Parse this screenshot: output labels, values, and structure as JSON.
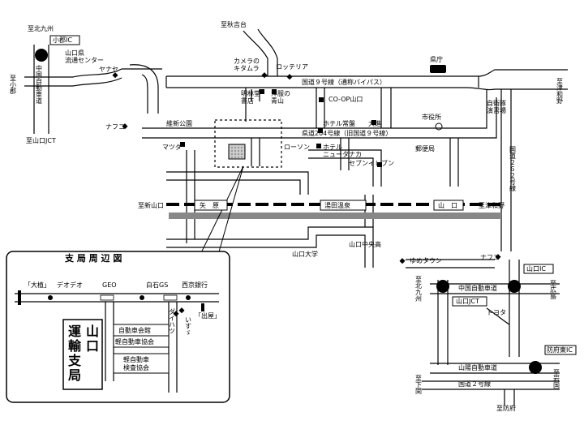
{
  "labels": {
    "kita_kyushu": "至北九州",
    "ogori_ic": "小郡IC",
    "yamaguchi_ryutsu": "山口県\n流通センター",
    "yanase": "ヤナセ",
    "chugoku_exp_left": "中国自動車道",
    "to_ogori": "至小郡",
    "yamaguchi_jct_left": "至山口JCT",
    "to_akiyoshidai": "至秋吉台",
    "kamera": "カメラの\nキタムラ",
    "lotteria": "ロッテリア",
    "kencho": "県庁",
    "to_tsuwano_top": "至津和野",
    "kokudo9": "国道９号線（通称バイパス）",
    "meirin": "明林堂\n書店",
    "yofuku": "洋服の\n青山",
    "coop": "CO-OP山口",
    "jieitai": "自衛隊\n演習場",
    "nafco_left": "ナフコ",
    "ishin_koen": "維新公園",
    "hotel_joban": "ホテル常盤",
    "daitatsu": "大進",
    "shiyakusho": "市役所",
    "kendo204": "県道204号線（旧国道９号線）",
    "mazda": "マツダ",
    "lawson": "ローソン",
    "hotel_new_tanaka": "ホテル\nニュータナカ",
    "yubinkyoku": "郵便局",
    "seven": "セブンイレブン",
    "kokudo262": "国道２６２号線",
    "to_shinyamaguchi": "至新山口",
    "yabara": "矢　原",
    "yudaonsen": "湯田温泉",
    "yamaguchi_st": "山　口",
    "to_tsuwano_rail": "至津和野",
    "yamaguchi_chuo_ko": "山口中央高",
    "yumetown": "ゆめタウン",
    "yamaguchi_univ": "山口大学",
    "nafco_right": "ナフコ",
    "yamaguchi_ic": "山口IC",
    "to_kitakyushu_right": "至北九州",
    "chugoku_exp_right": "中国自動車道",
    "to_hiroshima": "至広島",
    "yamaguchi_jct_right": "山口JCT",
    "toyota": "トヨタ",
    "hofu_higashi_ic": "防府東IC",
    "sanyo_exp": "山陽自動車道",
    "to_iwakuni": "至岩国",
    "to_shimonoseki": "至下関",
    "kokudo2": "国道２号線",
    "to_hofu": "至防府"
  },
  "inset": {
    "title": "支 局 周 辺 図",
    "oteki": "「大植」",
    "deodeo": "デオデオ",
    "geo": "GEO",
    "shiraishi_gs": "白石GS",
    "saikyo_bank": "西京銀行",
    "daihatsu": "ダイハツ",
    "isuzu": "いすゞ",
    "dega": "「出屋」",
    "jidosha_kaikan": "自動車会館",
    "kei_kyokai": "軽自動車協会",
    "kei_kensa": "軽自動車\n検査協会",
    "office_name": "山口\n運輸支局"
  }
}
